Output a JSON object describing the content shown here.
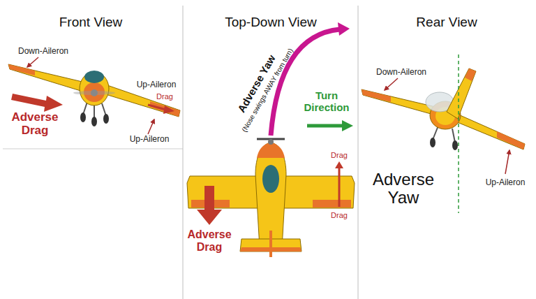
{
  "diagram": {
    "labels": [
      "Front View",
      "Top-Down View",
      "Rear View",
      "Down-Aileron",
      "Adverse Drag",
      "Up-Aileron",
      "Drag",
      "Up-Aileron",
      "Adverse Yaw",
      "(Nose swings AWAY from turn)",
      "Turn Direction",
      "Drag",
      "Drag",
      "Adverse Drag",
      "Down-Aileron",
      "Adverse Yaw",
      "Up-Aileron"
    ]
  }
}
